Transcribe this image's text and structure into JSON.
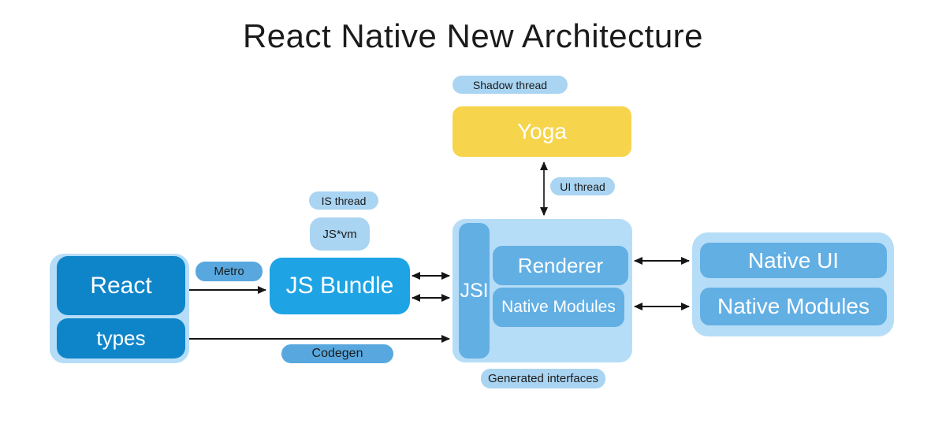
{
  "title": "React Native New Architecture",
  "labels": {
    "shadow_thread": "Shadow thread",
    "ui_thread": "UI thread",
    "is_thread": "IS thread",
    "js_vm": "JS*vm",
    "metro": "Metro",
    "codegen": "Codegen",
    "generated_interfaces": "Generated interfaces"
  },
  "nodes": {
    "yoga": "Yoga",
    "react": "React",
    "types": "types",
    "js_bundle": "JS Bundle",
    "jsi": "JSI",
    "renderer": "Renderer",
    "native_modules_mid": "Native Modules",
    "native_ui": "Native UI",
    "native_modules_right": "Native Modules"
  },
  "colors": {
    "yellow": "#F6D44C",
    "dark_blue": "#0F85C9",
    "bright_blue": "#1EA3E4",
    "medium_blue": "#62AFE4",
    "container_blue": "#B6DDF7",
    "pill_blue": "#A9D4F2",
    "tag_blue": "#58A8DF",
    "arrow_black": "#151515",
    "arrow_gray": "#3F3F3F",
    "text_dark": "#1b1b1b"
  }
}
